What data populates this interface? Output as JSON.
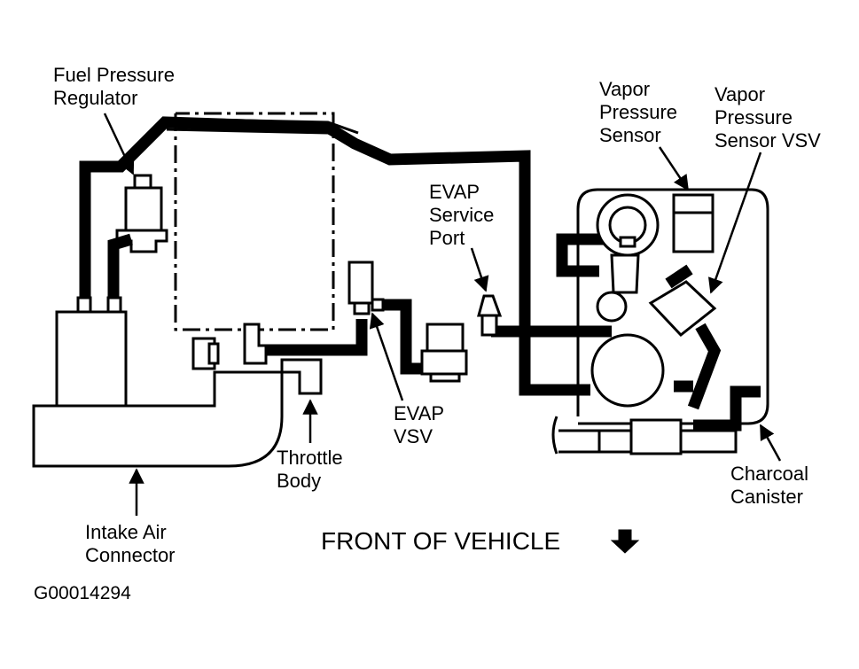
{
  "labels": {
    "fuel_pressure_regulator": [
      "Fuel Pressure",
      "Regulator"
    ],
    "vapor_pressure_sensor": [
      "Vapor",
      "Pressure",
      "Sensor"
    ],
    "vapor_pressure_sensor_vsv": [
      "Vapor",
      "Pressure",
      "Sensor VSV"
    ],
    "evap_service_port": [
      "EVAP",
      "Service",
      "Port"
    ],
    "evap_vsv": [
      "EVAP",
      "VSV"
    ],
    "throttle_body": [
      "Throttle",
      "Body"
    ],
    "charcoal_canister": [
      "Charcoal",
      "Canister"
    ],
    "intake_air_connector": [
      "Intake Air",
      "Connector"
    ]
  },
  "front_of_vehicle": "FRONT OF VEHICLE",
  "figure_id": "G00014294",
  "colors": {
    "ink": "#000000",
    "paper": "#ffffff"
  }
}
